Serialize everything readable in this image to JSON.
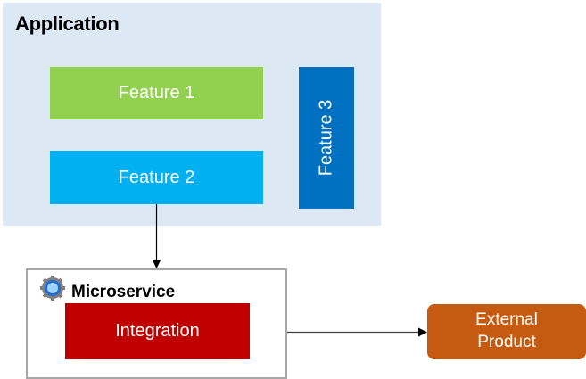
{
  "application": {
    "title": "Application",
    "features": [
      {
        "label": "Feature 1",
        "color": "#92d050"
      },
      {
        "label": "Feature 2",
        "color": "#00b0f0"
      },
      {
        "label": "Feature 3",
        "color": "#0070c0"
      }
    ],
    "background": "#dde8f5"
  },
  "microservice": {
    "title": "Microservice",
    "icon": "gear-icon",
    "component": {
      "label": "Integration",
      "color": "#c00000"
    }
  },
  "external": {
    "label_line1": "External",
    "label_line2": "Product",
    "color": "#c55a11"
  },
  "connections": [
    {
      "from": "Feature 2",
      "to": "Microservice"
    },
    {
      "from": "Microservice",
      "to": "External Product"
    }
  ]
}
